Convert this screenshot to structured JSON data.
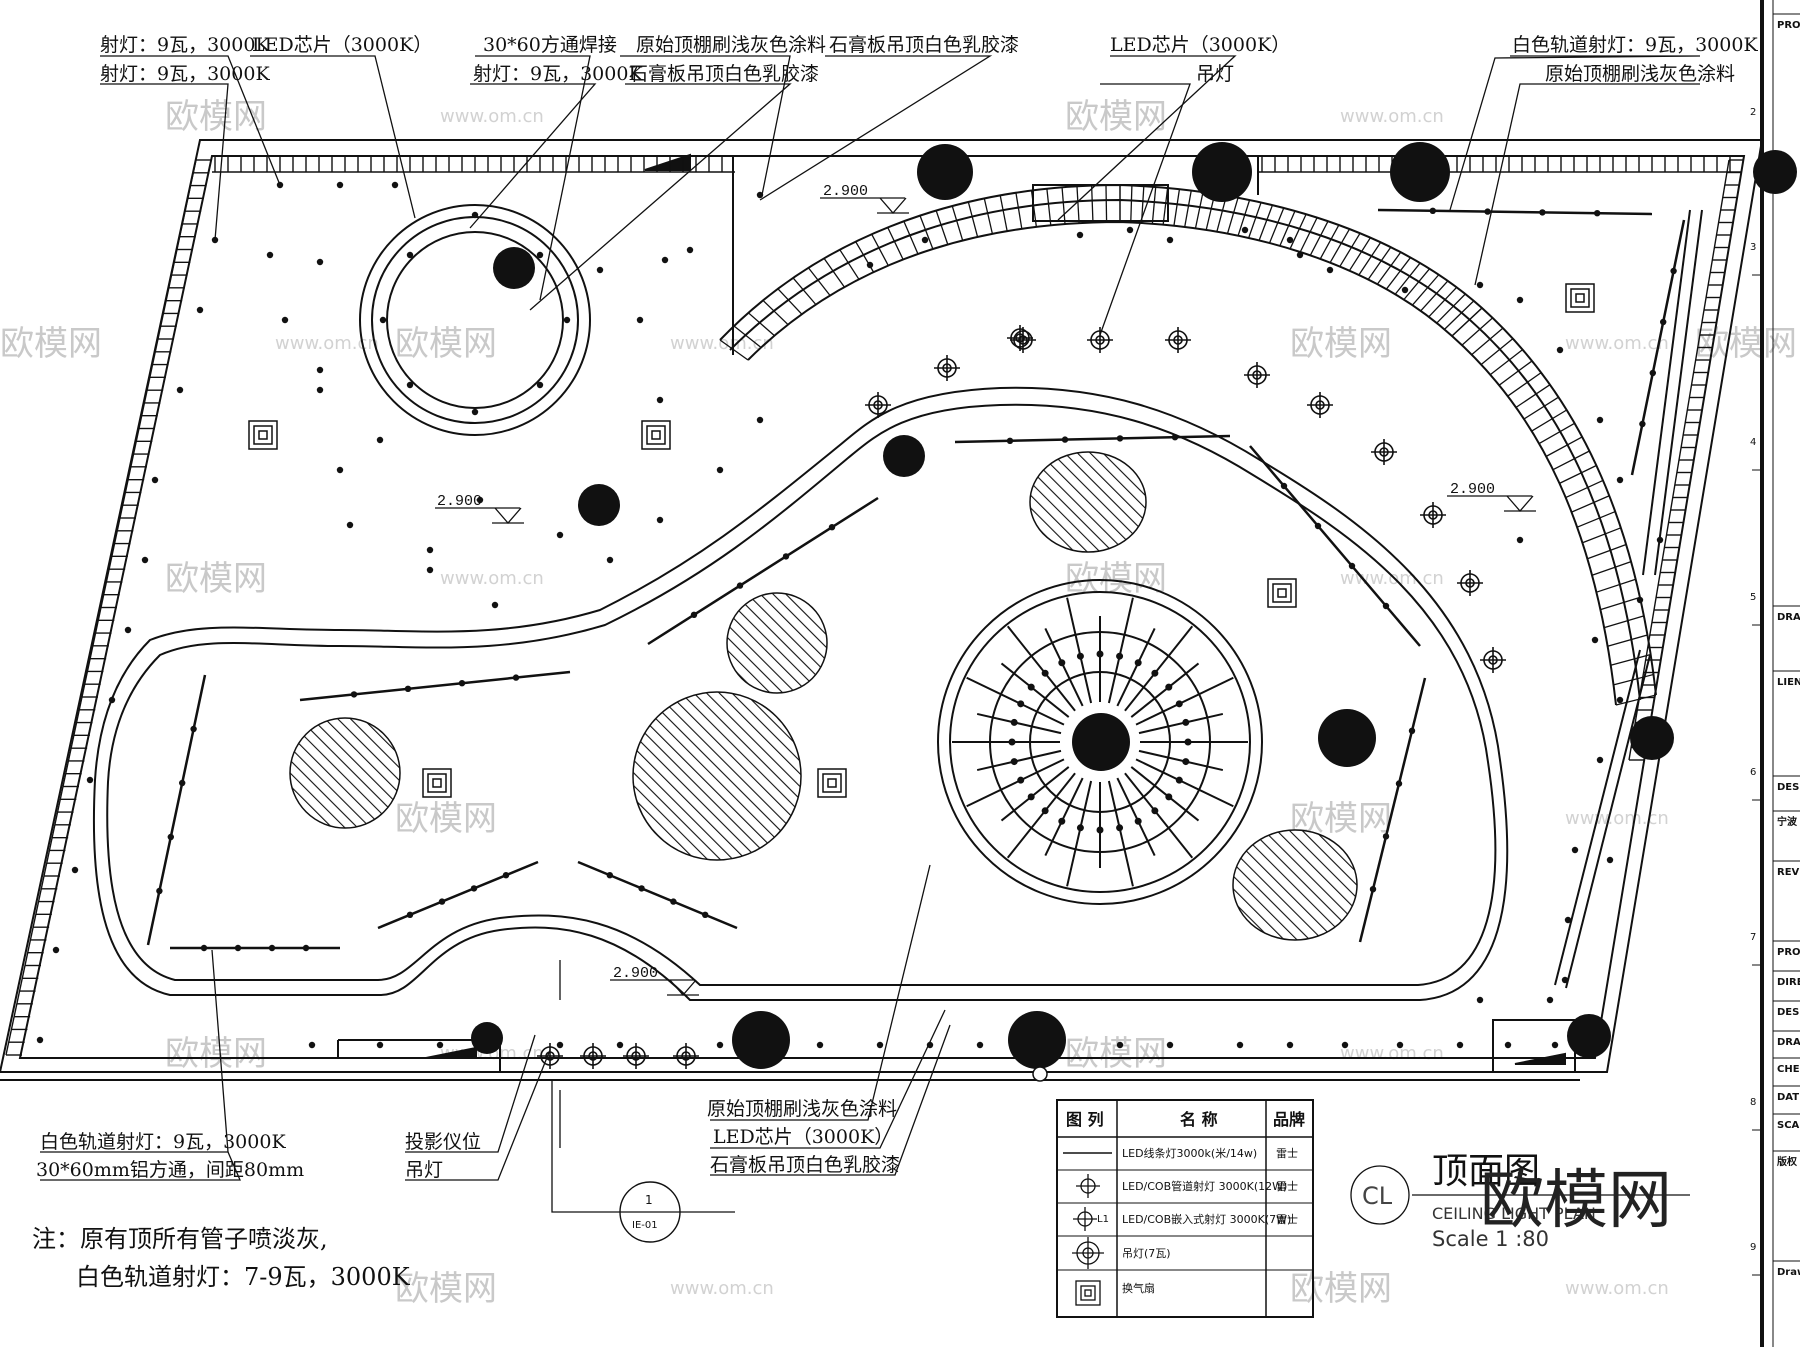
{
  "callouts": {
    "spot_9w_a": "射灯：9瓦，3000K",
    "spot_9w_b": "射灯：9瓦，3000K",
    "led_chip_top": "LED芯片（3000K）",
    "square_weld": "30*60方通焊接",
    "spot_9w_c": "射灯：9瓦，3000K",
    "orig_ceiling_top": "原始顶棚刷浅灰色涂料",
    "gypsum_top": "石膏板吊顶白色乳胶漆",
    "gypsum_top2": "石膏板吊顶白色乳胶漆",
    "led_chip_top2": "LED芯片（3000K）",
    "pendant_top": "吊灯",
    "track_spot_top": "白色轨道射灯：9瓦，3000K",
    "orig_ceiling_right": "原始顶棚刷浅灰色涂料",
    "track_spot_bottom": "白色轨道射灯：9瓦，3000K",
    "alu_square": "30*60mm铝方通，间距80mm",
    "projector": "投影仪位",
    "pendant_bottom": "吊灯",
    "orig_ceiling_bottom": "原始顶棚刷浅灰色涂料",
    "led_chip_bottom": "LED芯片（3000K）",
    "gypsum_bottom": "石膏板吊顶白色乳胶漆"
  },
  "levels": [
    "2.900",
    "2.900",
    "2.900",
    "2.900"
  ],
  "section_marker": {
    "number": "1",
    "ref": "IE-01"
  },
  "legend": {
    "headers": [
      "图 列",
      "名 称",
      "品牌"
    ],
    "rows": [
      {
        "symbol": "line",
        "name": "LED线条灯3000k(米/14w)",
        "brand": "雷士"
      },
      {
        "symbol": "circle-cross",
        "name": "LED/COB管道射灯 3000K(12W)",
        "brand": "雷士"
      },
      {
        "symbol": "circle-cross-l1",
        "symbol_text": "L1",
        "name": "LED/COB嵌入式射灯 3000K(7W)",
        "brand": "雷士"
      },
      {
        "symbol": "pendant",
        "name": "吊灯(7瓦)",
        "brand": ""
      },
      {
        "symbol": "fan",
        "name": "换气扇",
        "brand": ""
      }
    ]
  },
  "title": {
    "badge": "CL",
    "cn": "顶面图",
    "en": "CEILING LIGHT PLAN",
    "scale": "Scale 1 :80"
  },
  "watermark": {
    "brand": "欧模网",
    "url": "www.om.cn"
  },
  "note": {
    "line1": "注：原有顶所有管子喷淡灰,",
    "line2": "白色轨道射灯：7-9瓦，3000K"
  },
  "title_block": {
    "labels": [
      "PROJ",
      "DRAW",
      "LIEN",
      "DES",
      "宁波",
      "REVI",
      "PROJ",
      "DIRE",
      "DESI",
      "DRAW",
      "CHEC",
      "DATE",
      "SCAL",
      "版权",
      "Draw"
    ],
    "ruler": [
      "2",
      "3",
      "4",
      "5",
      "6",
      "7",
      "8",
      "9"
    ]
  }
}
